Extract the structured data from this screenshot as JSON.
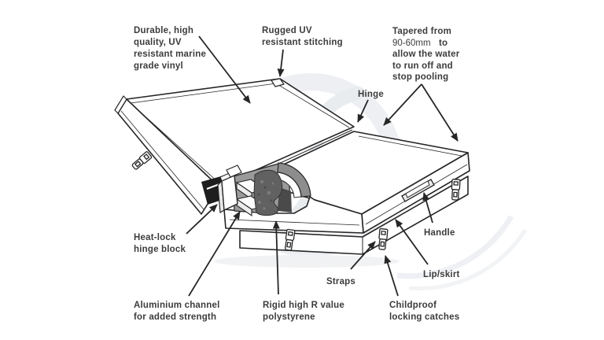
{
  "figure": {
    "type": "annotated-diagram",
    "subject": "Hot tub spa cover cross-section diagram"
  },
  "labels": {
    "vinyl": {
      "l1": "Durable, high",
      "l2": "quality, UV",
      "l3": "resistant marine",
      "l4": "grade vinyl"
    },
    "stitching": {
      "l1": "Rugged UV",
      "l2": "resistant stitching"
    },
    "tapered": {
      "l1": "Tapered from",
      "l2a": "90-60mm",
      "l2b": "to",
      "l3": "allow the water",
      "l4": "to run off and",
      "l5": "stop pooling"
    },
    "hinge": {
      "l1": "Hinge"
    },
    "heat_lock": {
      "l1": "Heat-lock",
      "l2": "hinge block"
    },
    "aluminium": {
      "l1": "Aluminium channel",
      "l2": "for added strength"
    },
    "polystyrene": {
      "l1": "Rigid high R value",
      "l2": "polystyrene"
    },
    "straps": {
      "l1": "Straps"
    },
    "childproof": {
      "l1": "Childproof",
      "l2": "locking catches"
    },
    "handle": {
      "l1": "Handle"
    },
    "lip_skirt": {
      "l1": "Lip/skirt"
    }
  },
  "colors": {
    "background": "#ffffff",
    "line": "#262626",
    "text": "#3c3c3c",
    "cut_face": "#9a9a9a",
    "curve_band": "#8d8d8d",
    "foam": "#616161",
    "dark_panel": "#4a4a4a",
    "shadow_wedge": "#1e1e1e",
    "watermark": "#edeff2"
  }
}
